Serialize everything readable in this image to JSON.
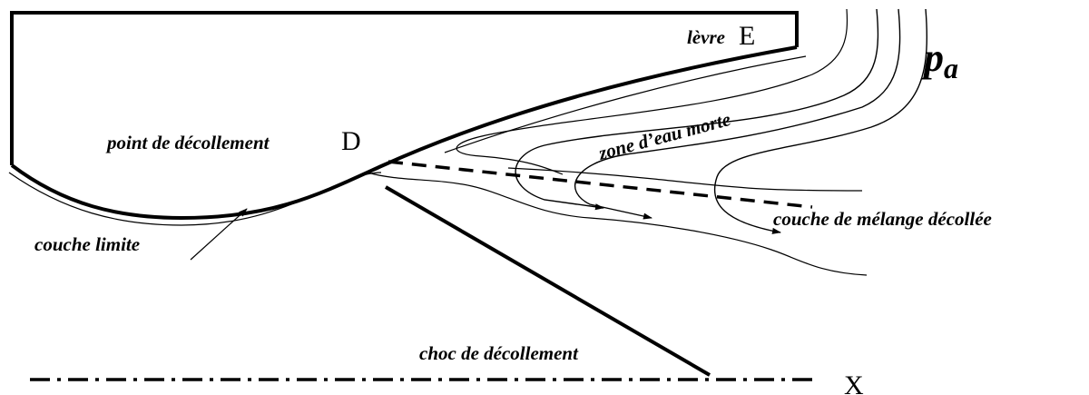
{
  "labels": {
    "levre": "lèvre",
    "E": "E",
    "pa_main": "p",
    "pa_sub": "a",
    "zone_eau_morte": "zone d’eau morte",
    "point_decollement": "point de décollement",
    "D": "D",
    "couche_melange": "couche de mélange décollée",
    "couche_limite": "couche limite",
    "choc_decollement": "choc de décollement",
    "X": "X"
  },
  "colors": {
    "ink": "#000000",
    "background": "#ffffff"
  }
}
